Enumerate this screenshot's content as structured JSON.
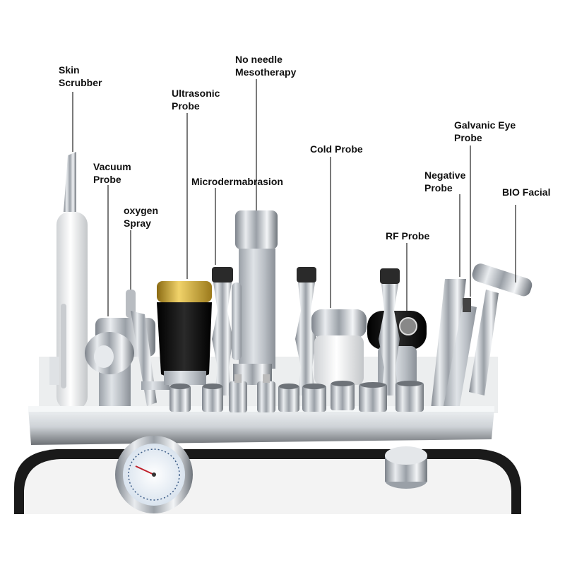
{
  "labels": {
    "skin_scrubber": [
      "Skin",
      "Scrubber"
    ],
    "vacuum_probe": [
      "Vacuum",
      "Probe"
    ],
    "oxygen_spray": [
      "oxygen",
      "Spray"
    ],
    "ultrasonic_probe": [
      "Ultrasonic",
      "Probe"
    ],
    "microdermabrasion": "Microdermabrasion",
    "no_needle_mesotherapy": [
      "No needle",
      "Mesotherapy"
    ],
    "cold_probe": "Cold Probe",
    "rf_probe": "RF Probe",
    "negative_probe": [
      "Negative",
      "Probe"
    ],
    "galvanic_eye_probe": [
      "Galvanic Eye",
      "Probe"
    ],
    "bio_facial": "BIO Facial"
  },
  "colors": {
    "label_text": "#111111",
    "leader_line": "#222222",
    "chrome": "#c8ccd2",
    "device_body": "#f2f2f2",
    "device_border": "#1a1a1a",
    "gold_cap": "#c9a227"
  }
}
